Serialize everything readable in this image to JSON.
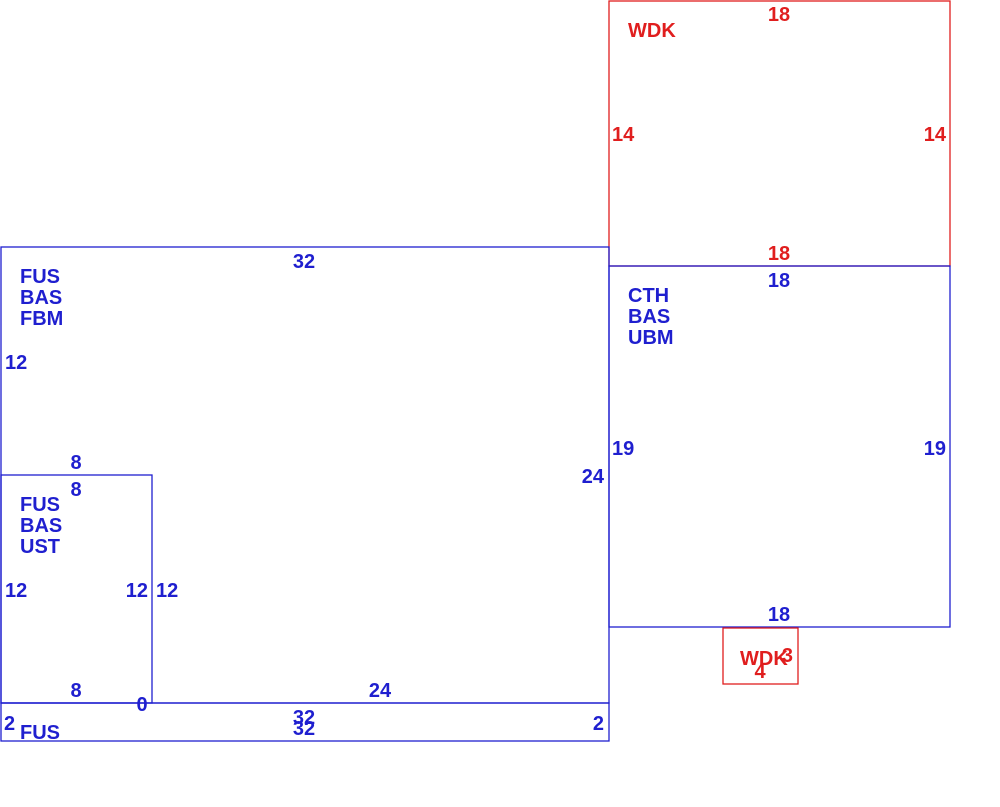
{
  "colors": {
    "blue": "#1f1fcf",
    "red": "#e01e1e"
  },
  "areas": {
    "wdk_top": {
      "codes": [
        "WDK"
      ],
      "dims": {
        "top": "18",
        "left": "14",
        "right": "14",
        "bottom": "18"
      }
    },
    "cth": {
      "codes": [
        "CTH",
        "BAS",
        "UBM"
      ],
      "dims": {
        "top": "18",
        "left": "19",
        "right": "19",
        "bottom": "18"
      }
    },
    "fbm": {
      "codes": [
        "FUS",
        "BAS",
        "FBM"
      ],
      "dims": {
        "top": "32",
        "left": "12",
        "right": "24",
        "bottom_left": "8",
        "bottom_mid": "24"
      }
    },
    "ust": {
      "codes": [
        "FUS",
        "BAS",
        "UST"
      ],
      "dims": {
        "top": "8",
        "left": "12",
        "right": "12",
        "right_outer": "12",
        "bottom": "8",
        "corner": "0"
      }
    },
    "fus_strip": {
      "codes": [
        "FUS"
      ],
      "dims": {
        "top": "32",
        "bottom": "32",
        "left": "2",
        "right": "2"
      }
    },
    "wdk_small": {
      "codes": [
        "WDK"
      ],
      "dims": {
        "right": "3",
        "bottom": "4"
      }
    }
  }
}
